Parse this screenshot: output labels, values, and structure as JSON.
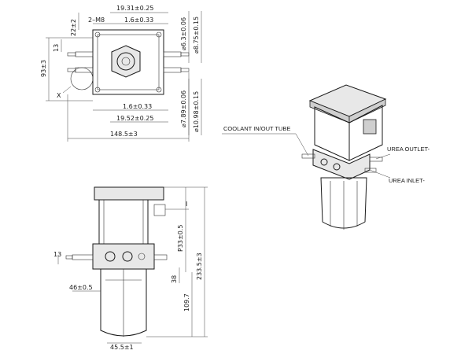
{
  "dimensions": {
    "top_width_1931": "19.31±0.25",
    "top_thread_m8": "2–M8",
    "top_16_a": "1.6±0.33",
    "top_22": "22±2",
    "top_13": "13",
    "top_93": "93±3",
    "top_63": "⌀6.3±0.06",
    "top_875": "⌀8.75±0.15",
    "top_789": "⌀7.89±0.06",
    "top_1098": "⌀10.98±0.15",
    "top_16_b": "1.6±0.33",
    "top_1952": "19.52±0.25",
    "top_1485": "148.5±3",
    "top_x": "X",
    "front_p33": "P33±0.5",
    "front_2335": "233.5±3",
    "front_46": "46±0.5",
    "front_455": "45.5±1",
    "front_13": "13",
    "front_38": "38",
    "front_1097": "109.7",
    "front_i": "I"
  },
  "labels": {
    "coolant": "COOLANT IN/OUT TUBE",
    "urea_outlet": "UREA OUTLET-",
    "urea_inlet": "UREA INLET-"
  }
}
